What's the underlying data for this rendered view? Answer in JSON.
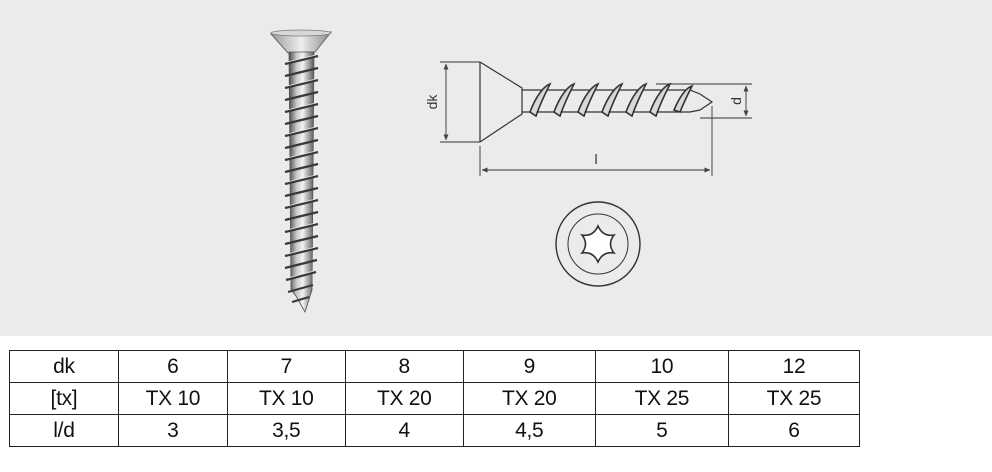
{
  "figure": {
    "background": "#ebebeb",
    "dimension_labels": {
      "head_diameter": "dk",
      "length": "l",
      "thread_diameter": "d"
    }
  },
  "table": {
    "rows": [
      {
        "header": "dk",
        "values": [
          "6",
          "7",
          "8",
          "9",
          "10",
          "12"
        ]
      },
      {
        "header": "[tx]",
        "values": [
          "TX 10",
          "TX 10",
          "TX 20",
          "TX 20",
          "TX 25",
          "TX 25"
        ]
      },
      {
        "header": "l/d",
        "values": [
          "3",
          "3,5",
          "4",
          "4,5",
          "5",
          "6"
        ]
      }
    ]
  }
}
